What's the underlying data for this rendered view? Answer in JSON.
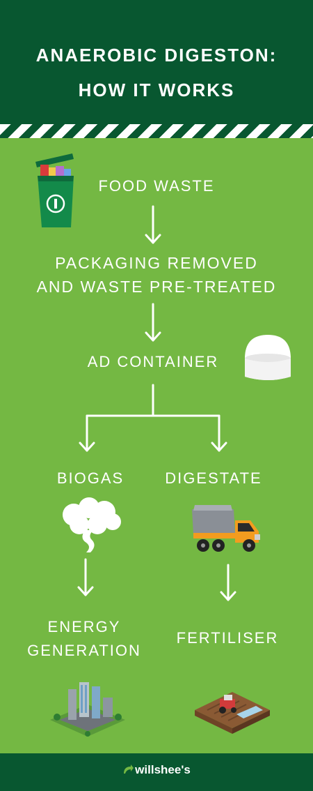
{
  "header": {
    "title_line1": "ANAEROBIC DIGESTON:",
    "title_line2": "HOW IT WORKS"
  },
  "steps": {
    "food_waste": "FOOD WASTE",
    "packaging_line1": "PACKAGING REMOVED",
    "packaging_line2": "AND WASTE PRE-TREATED",
    "ad_container": "AD CONTAINER",
    "biogas": "BIOGAS",
    "digestate": "DIGESTATE",
    "energy_line1": "ENERGY",
    "energy_line2": "GENERATION",
    "fertiliser": "FERTILISER"
  },
  "icons": {
    "bin": "recycling-bin-icon",
    "container": "dome-container-icon",
    "gas": "gas-cloud-icon",
    "truck": "dump-truck-icon",
    "plant": "power-plant-icon",
    "field": "farm-field-icon"
  },
  "footer": {
    "brand": "willshee's"
  },
  "colors": {
    "dark_green": "#085730",
    "light_green": "#74b843",
    "white": "#ffffff"
  }
}
